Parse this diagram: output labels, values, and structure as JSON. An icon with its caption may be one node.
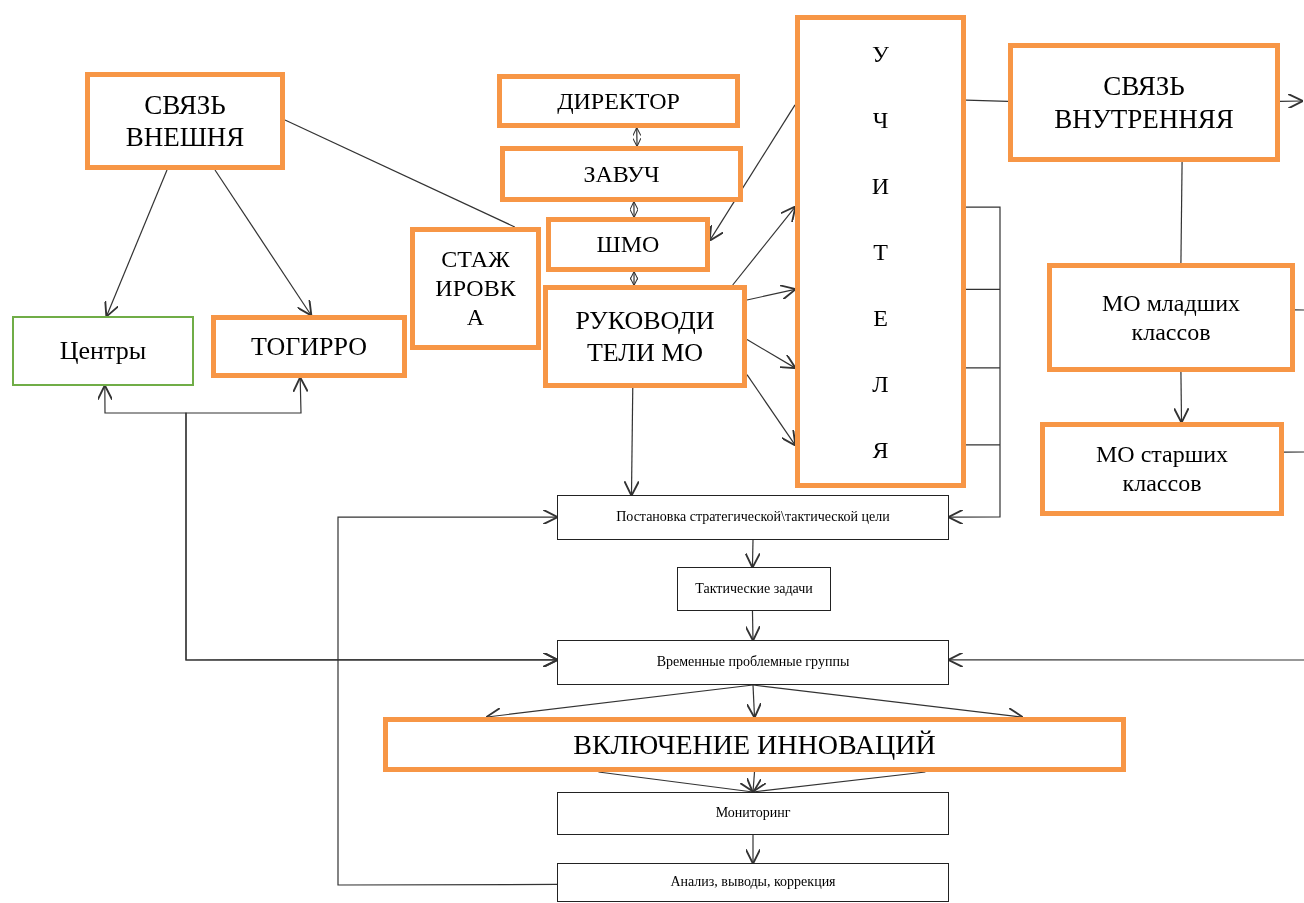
{
  "diagram": {
    "nodes": [
      {
        "text": [
          "СВЯЗЬ ВНЕШНЯ"
        ]
      },
      {
        "text": [
          "ДИРЕКТОР"
        ]
      },
      {
        "text": [
          "ЗАВУЧ"
        ]
      },
      {
        "text": [
          "ШМО"
        ]
      },
      {
        "text": [
          "СТАЖ ИРОВК А"
        ]
      },
      {
        "text": [
          "РУКОВОДИ ТЕЛИ МО"
        ]
      },
      {
        "text": [
          "Центры"
        ]
      },
      {
        "text": [
          "ТОГИРРО"
        ]
      },
      {
        "text": [
          "УЧИТЕЛЯ"
        ]
      },
      {
        "text": [
          "СВЯЗЬ ВНУТРЕННЯЯ"
        ]
      },
      {
        "text": [
          "МО младших классов"
        ]
      },
      {
        "text": [
          "МО старших классов"
        ]
      },
      {
        "text": [
          "Постановка стратегической\\тактической цели"
        ]
      },
      {
        "text": [
          "Тактические задачи"
        ]
      },
      {
        "text": [
          "Временные проблемные группы"
        ]
      },
      {
        "text": [
          "ВКЛЮЧЕНИЕ ИННОВАЦИЙ"
        ]
      },
      {
        "text": [
          "Мониторинг"
        ]
      },
      {
        "text": [
          "Анализ, выводы, коррекция"
        ]
      }
    ],
    "edges": [
      {
        "from": 0,
        "to": 6,
        "arrow": "to"
      },
      {
        "from": 0,
        "to": 7,
        "arrow": "to"
      },
      {
        "from": 0,
        "to": 4,
        "arrow": "none"
      },
      {
        "from": 1,
        "to": 2,
        "arrow": "both"
      },
      {
        "from": 2,
        "to": 3,
        "arrow": "both"
      },
      {
        "from": 3,
        "to": 5,
        "arrow": "both"
      },
      {
        "from": 8,
        "to": 3,
        "arrow": "to"
      },
      {
        "from": 5,
        "to": 8,
        "arrow": "to"
      },
      {
        "from": 5,
        "to": 8,
        "arrow": "to"
      },
      {
        "from": 5,
        "to": 8,
        "arrow": "to"
      },
      {
        "from": 5,
        "to": 8,
        "arrow": "to"
      },
      {
        "from": 5,
        "to": 12,
        "arrow": "to"
      },
      {
        "from": 8,
        "to": 12,
        "arrow": "to"
      },
      {
        "from": 8,
        "to": 9,
        "arrow": "none"
      },
      {
        "from": 9,
        "to": null,
        "arrow": "to"
      },
      {
        "from": 9,
        "to": 10,
        "arrow": "none"
      },
      {
        "from": 10,
        "to": 11,
        "arrow": "to"
      },
      {
        "from": 10,
        "to": null,
        "arrow": "none"
      },
      {
        "from": 11,
        "to": null,
        "arrow": "none"
      },
      {
        "from": null,
        "to": 14,
        "arrow": "to"
      },
      {
        "from": 14,
        "to": 6,
        "arrow": "both"
      },
      {
        "from": 14,
        "to": 7,
        "arrow": "both"
      },
      {
        "from": 12,
        "to": 13,
        "arrow": "to"
      },
      {
        "from": 13,
        "to": 14,
        "arrow": "to"
      },
      {
        "from": 14,
        "to": 15,
        "arrow": "to"
      },
      {
        "from": 14,
        "to": 15,
        "arrow": "to"
      },
      {
        "from": 14,
        "to": 15,
        "arrow": "to"
      },
      {
        "from": 15,
        "to": 16,
        "arrow": "to"
      },
      {
        "from": 15,
        "to": 16,
        "arrow": "to"
      },
      {
        "from": 15,
        "to": 16,
        "arrow": "to"
      },
      {
        "from": 16,
        "to": 17,
        "arrow": "to"
      },
      {
        "from": 17,
        "to": 12,
        "arrow": "to"
      }
    ]
  }
}
